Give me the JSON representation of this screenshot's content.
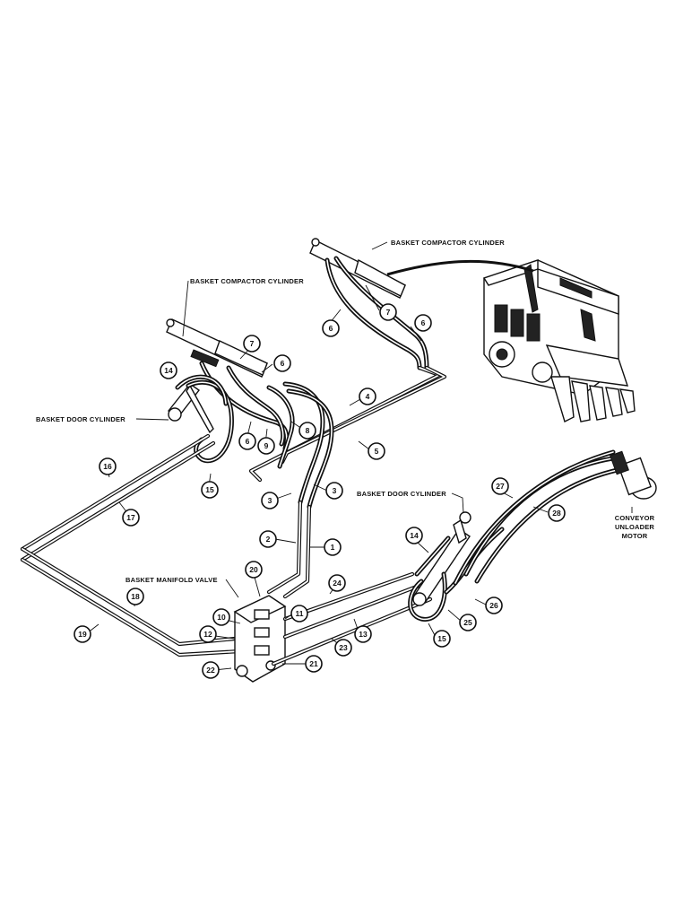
{
  "labels": {
    "compactor_cylinder_right": "BASKET COMPACTOR CYLINDER",
    "compactor_cylinder_left": "BASKET COMPACTOR CYLINDER",
    "door_cylinder_left": "BASKET DOOR CYLINDER",
    "door_cylinder_right": "BASKET DOOR CYLINDER",
    "manifold_valve": "BASKET MANIFOLD VALVE",
    "conveyor_motor_line1": "CONVEYOR",
    "conveyor_motor_line2": "UNLOADER",
    "conveyor_motor_line3": "MOTOR"
  },
  "callouts": [
    {
      "id": "c7a",
      "text": "7"
    },
    {
      "id": "c6a",
      "text": "6"
    },
    {
      "id": "c6b",
      "text": "6"
    },
    {
      "id": "c7b",
      "text": "7"
    },
    {
      "id": "c14a",
      "text": "14"
    },
    {
      "id": "c6c",
      "text": "6"
    },
    {
      "id": "c4",
      "text": "4"
    },
    {
      "id": "c6d",
      "text": "6"
    },
    {
      "id": "c9",
      "text": "9"
    },
    {
      "id": "c8",
      "text": "8"
    },
    {
      "id": "c5",
      "text": "5"
    },
    {
      "id": "c16",
      "text": "16"
    },
    {
      "id": "c17",
      "text": "17"
    },
    {
      "id": "c15a",
      "text": "15"
    },
    {
      "id": "c3a",
      "text": "3"
    },
    {
      "id": "c3b",
      "text": "3"
    },
    {
      "id": "c27",
      "text": "27"
    },
    {
      "id": "c28",
      "text": "28"
    },
    {
      "id": "c2",
      "text": "2"
    },
    {
      "id": "c1",
      "text": "1"
    },
    {
      "id": "c14b",
      "text": "14"
    },
    {
      "id": "c20",
      "text": "20"
    },
    {
      "id": "c24",
      "text": "24"
    },
    {
      "id": "c18",
      "text": "18"
    },
    {
      "id": "c26",
      "text": "26"
    },
    {
      "id": "c10",
      "text": "10"
    },
    {
      "id": "c11",
      "text": "11"
    },
    {
      "id": "c25",
      "text": "25"
    },
    {
      "id": "c19",
      "text": "19"
    },
    {
      "id": "c12",
      "text": "12"
    },
    {
      "id": "c13",
      "text": "13"
    },
    {
      "id": "c15b",
      "text": "15"
    },
    {
      "id": "c23",
      "text": "23"
    },
    {
      "id": "c22",
      "text": "22"
    },
    {
      "id": "c21",
      "text": "21"
    }
  ]
}
